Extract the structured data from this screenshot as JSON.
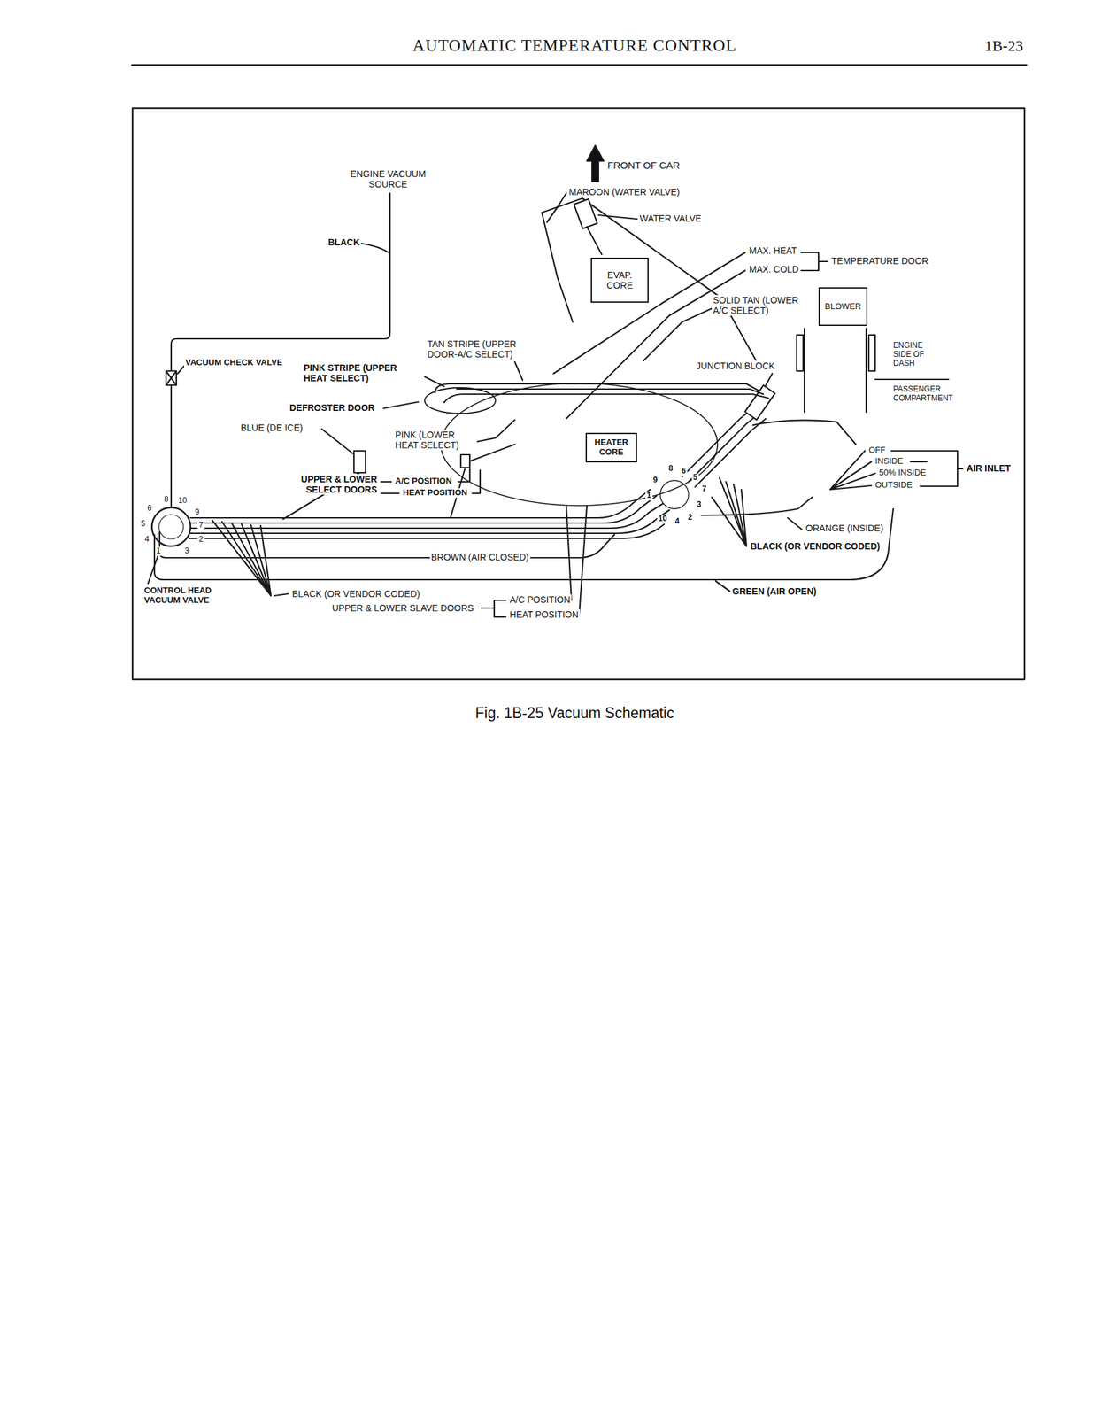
{
  "diagram": {
    "title": "AUTOMATIC TEMPERATURE CONTROL",
    "caption": "Fig. 1B-25 Vacuum Schematic",
    "nodes": [
      {
        "text": [
          "EVAP. CORE"
        ]
      },
      {
        "text": [
          "HEATER CORE"
        ]
      },
      {
        "text": [
          "BLOWER"
        ]
      }
    ],
    "labels": [
      "1B-23",
      "ENGINE VACUUM SOURCE",
      "FRONT OF CAR",
      "MAROON (WATER VALVE)",
      "WATER VALVE",
      "BLACK",
      "MAX. HEAT",
      "MAX. COLD",
      "TEMPERATURE DOOR",
      "SOLID TAN (LOWER A/C SELECT)",
      "ENGINE SIDE OF DASH",
      "PASSENGER COMPARTMENT",
      "VACUUM CHECK VALVE",
      "PINK STRIPE (UPPER HEAT SELECT)",
      "TAN STRIPE (UPPER DOOR-A/C SELECT)",
      "JUNCTION BLOCK",
      "DEFROSTER DOOR",
      "BLUE (DE ICE)",
      "PINK (LOWER HEAT SELECT)",
      "UPPER & LOWER SELECT DOORS",
      "A/C POSITION",
      "HEAT POSITION",
      "OFF",
      "INSIDE",
      "50% INSIDE",
      "OUTSIDE",
      "AIR INLET",
      "ORANGE (INSIDE)",
      "BLACK (OR VENDOR CODED)",
      "BROWN (AIR CLOSED)",
      "GREEN (AIR OPEN)",
      "CONTROL HEAD VACUUM VALVE",
      "BLACK (OR VENDOR CODED)",
      "UPPER & LOWER SLAVE DOORS",
      "A/C POSITION",
      "HEAT POSITION",
      "8",
      "10",
      "6",
      "9",
      "5",
      "7",
      "4",
      "1",
      "3",
      "2",
      "8",
      "6",
      "5",
      "9",
      "1",
      "7",
      "3",
      "10",
      "4",
      "2"
    ]
  }
}
